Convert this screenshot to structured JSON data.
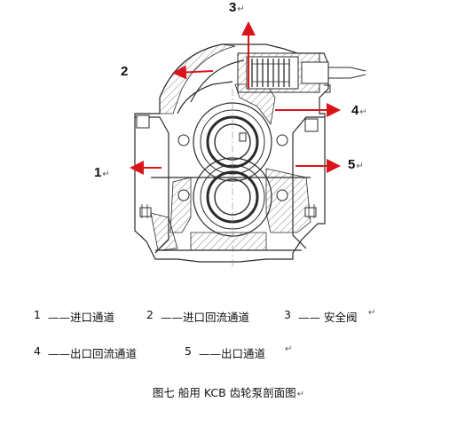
{
  "callouts": {
    "c1": "1",
    "c2": "2",
    "c3": "3",
    "c4": "4",
    "c5": "5"
  },
  "return_mark": "↵",
  "legend": {
    "row1": [
      {
        "num": "1",
        "text": "——进口通道"
      },
      {
        "num": "2",
        "text": "——进口回流通道"
      },
      {
        "num": "3",
        "text": "—— 安全阀"
      }
    ],
    "row2": [
      {
        "num": "4",
        "text": "——出口回流通道"
      },
      {
        "num": "5",
        "text": "——出口通道"
      }
    ]
  },
  "caption": "图七   船用 KCB 齿轮泵剖面图",
  "colors": {
    "arrow": "#d9141b",
    "line": "#2b2b2b",
    "hatch": "#555555"
  }
}
